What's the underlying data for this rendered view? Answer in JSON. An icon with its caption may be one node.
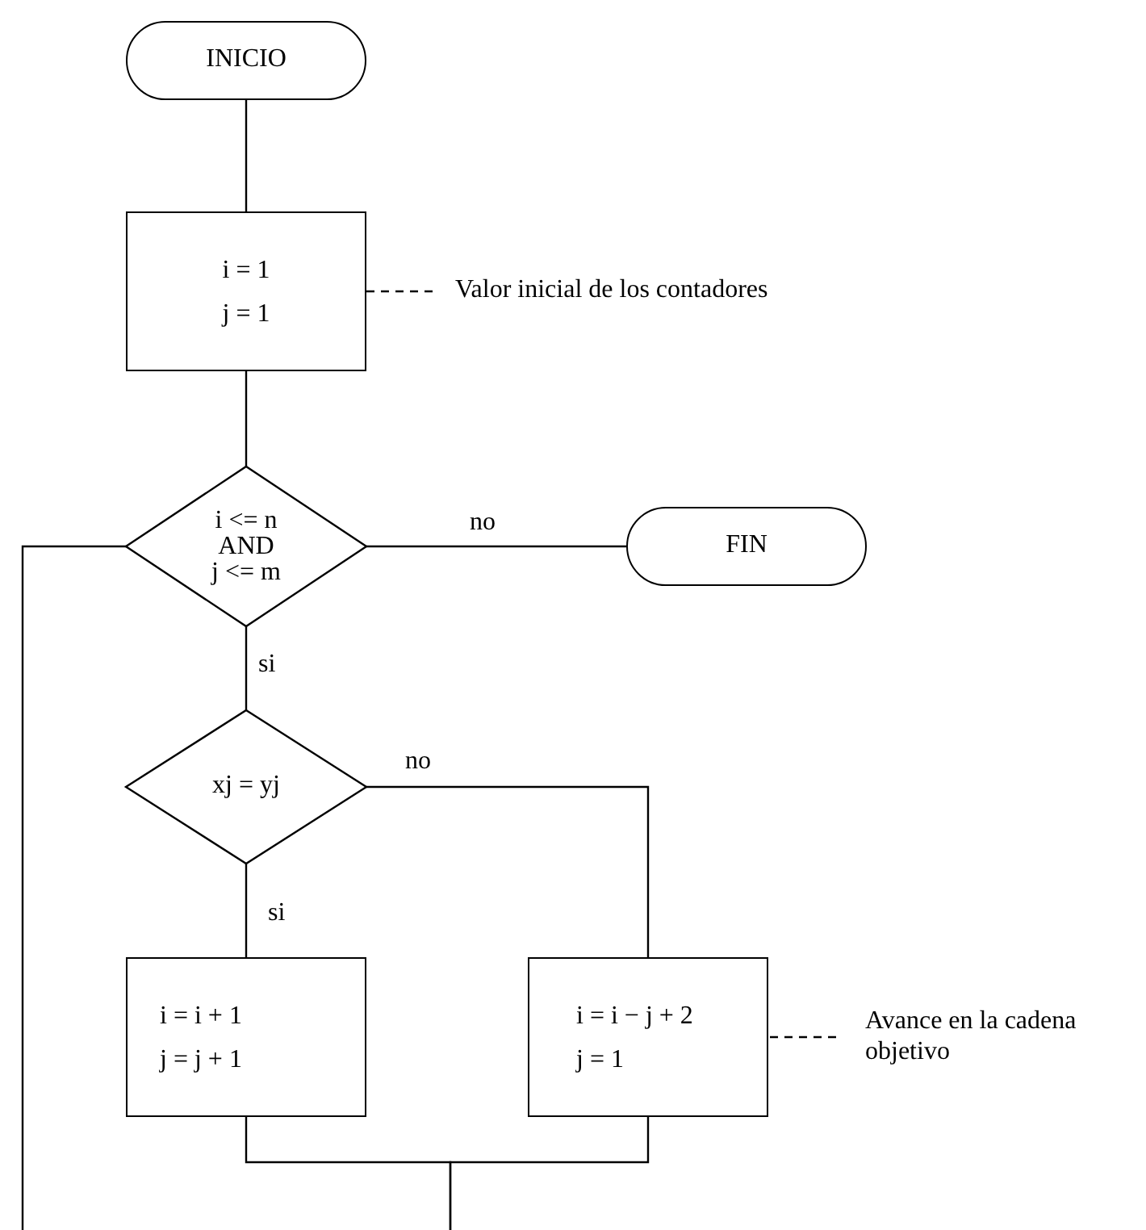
{
  "diagram": {
    "nodes": [
      {
        "text": [
          "INICIO"
        ]
      },
      {
        "text": [
          "i = 1",
          "j = 1"
        ]
      },
      {
        "text": [
          "Valor inicial de los contadores"
        ]
      },
      {
        "text": [
          "i <= n",
          "AND",
          "j <= m"
        ]
      },
      {
        "text": [
          "FIN"
        ]
      },
      {
        "text": [
          "xj = yj"
        ]
      },
      {
        "text": [
          "i = i + 1",
          "j = j + 1"
        ]
      },
      {
        "text": [
          "i = i − j + 2",
          "j = 1"
        ]
      },
      {
        "text": [
          "Avance en la cadena objetivo"
        ]
      }
    ],
    "edges": [
      {
        "from": 0,
        "to": 1,
        "arrow": "none"
      },
      {
        "from": 1,
        "to": 3,
        "arrow": "none"
      },
      {
        "from": 3,
        "to": 4,
        "arrow": "none",
        "label": "no"
      },
      {
        "from": 3,
        "to": 5,
        "arrow": "none",
        "label": "si"
      },
      {
        "from": 5,
        "to": 6,
        "arrow": "none",
        "label": "si"
      },
      {
        "from": 5,
        "to": 7,
        "arrow": "none",
        "label": "no"
      },
      {
        "from": 6,
        "to": null,
        "arrow": "none"
      },
      {
        "from": 7,
        "to": null,
        "arrow": "none"
      },
      {
        "from": null,
        "to": 3,
        "arrow": "none"
      },
      {
        "from": 2,
        "to": 1,
        "arrow": "none",
        "style": "dashed"
      },
      {
        "from": 8,
        "to": 7,
        "arrow": "none",
        "style": "dashed"
      }
    ]
  }
}
